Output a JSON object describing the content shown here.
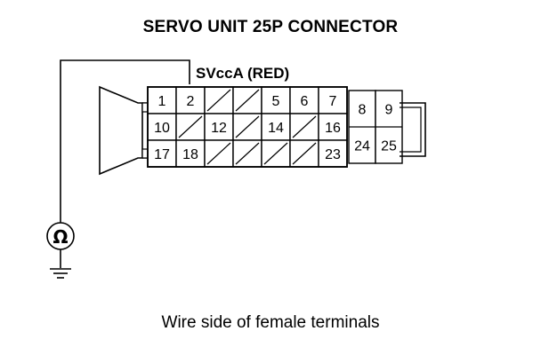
{
  "diagram": {
    "title": "SERVO UNIT 25P CONNECTOR",
    "wire_label": "SVccA (RED)",
    "caption": "Wire side of female terminals",
    "meter_symbol": "Ω",
    "meter_icon": "ohmmeter-icon",
    "ground_icon": "ground-icon",
    "connector": {
      "rows": [
        [
          "1",
          "2",
          "",
          "",
          "5",
          "6",
          "7"
        ],
        [
          "10",
          "",
          "12",
          "",
          "14",
          "",
          "16"
        ],
        [
          "17",
          "18",
          "",
          "",
          "",
          "",
          "23"
        ]
      ],
      "tall_cells": [
        {
          "top": "8",
          "bottom": "24"
        },
        {
          "top": "9",
          "bottom": "25"
        }
      ],
      "probed_terminal": "2"
    }
  }
}
